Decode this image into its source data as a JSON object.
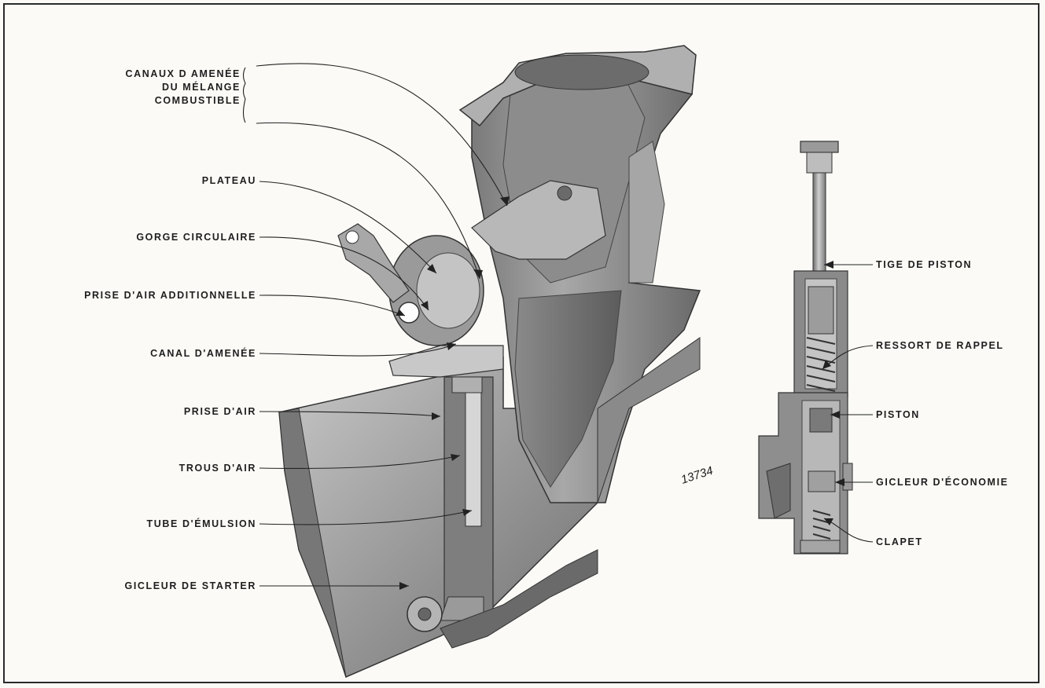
{
  "labels_left": {
    "canaux_line1": "CANAUX D AMENÉE",
    "canaux_line2": "DU MÉLANGE",
    "canaux_line3": "COMBUSTIBLE",
    "plateau": "PLATEAU",
    "gorge": "GORGE CIRCULAIRE",
    "prise_add": "PRISE D'AIR ADDITIONNELLE",
    "canal": "CANAL D'AMENÉE",
    "prise_air": "PRISE D'AIR",
    "trous": "TROUS D'AIR",
    "tube": "TUBE D'ÉMULSION",
    "gicleur_starter": "GICLEUR DE STARTER"
  },
  "labels_right": {
    "tige": "TIGE DE PISTON",
    "ressort": "RESSORT DE RAPPEL",
    "piston": "PISTON",
    "gicleur_eco": "GICLEUR D'ÉCONOMIE",
    "clapet": "CLAPET"
  },
  "figure_number": "13734",
  "colors": {
    "metal_light": "#bdbdbd",
    "metal_mid": "#8e8e8e",
    "metal_dark": "#5a5a5a",
    "ink": "#1e1e1e"
  }
}
